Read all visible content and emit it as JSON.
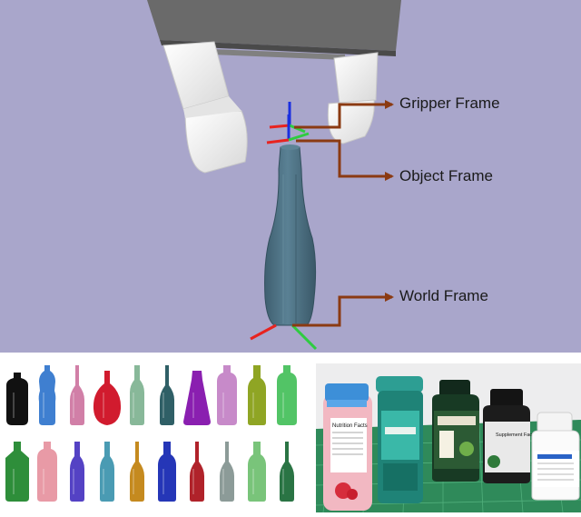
{
  "labels": {
    "gripper_frame": "Gripper Frame",
    "object_frame": "Object Frame",
    "world_frame": "World Frame"
  },
  "colors": {
    "sim_background": "#a9a6cb",
    "annotation_arrow": "#8b3a12",
    "axis_x": "#e8231f",
    "axis_y": "#2ecc40",
    "axis_z": "#1a2fe0",
    "sim_bottle": "#4d7183",
    "gripper": "#f2f2f2",
    "gripper_body": "#5a5a5a",
    "cutting_mat": "#2f8a5a"
  },
  "gallery": {
    "row1": [
      {
        "shape": "wide",
        "color": "#111111"
      },
      {
        "shape": "soda",
        "color": "#3f7fd0"
      },
      {
        "shape": "wine",
        "color": "#d17fa7"
      },
      {
        "shape": "round",
        "color": "#d11b2e"
      },
      {
        "shape": "beer",
        "color": "#88b899"
      },
      {
        "shape": "wine",
        "color": "#2f5f66"
      },
      {
        "shape": "cone",
        "color": "#8a1fb0"
      },
      {
        "shape": "jug",
        "color": "#c78ac9"
      },
      {
        "shape": "flask",
        "color": "#8fa524"
      },
      {
        "shape": "jug",
        "color": "#52c466"
      }
    ],
    "row2": [
      {
        "shape": "square",
        "color": "#2e8e3a"
      },
      {
        "shape": "jug",
        "color": "#e89aa6"
      },
      {
        "shape": "beer",
        "color": "#5442c4"
      },
      {
        "shape": "beer",
        "color": "#4a9bb3"
      },
      {
        "shape": "wine",
        "color": "#c58a1f"
      },
      {
        "shape": "flask",
        "color": "#2536b7"
      },
      {
        "shape": "wine",
        "color": "#b0222a"
      },
      {
        "shape": "wine",
        "color": "#8c9b98"
      },
      {
        "shape": "flask",
        "color": "#79c47a"
      },
      {
        "shape": "wine",
        "color": "#2a7444"
      }
    ]
  },
  "photo": {
    "label_texts": [
      "Nutrition Facts",
      "Supplement Facts"
    ]
  }
}
